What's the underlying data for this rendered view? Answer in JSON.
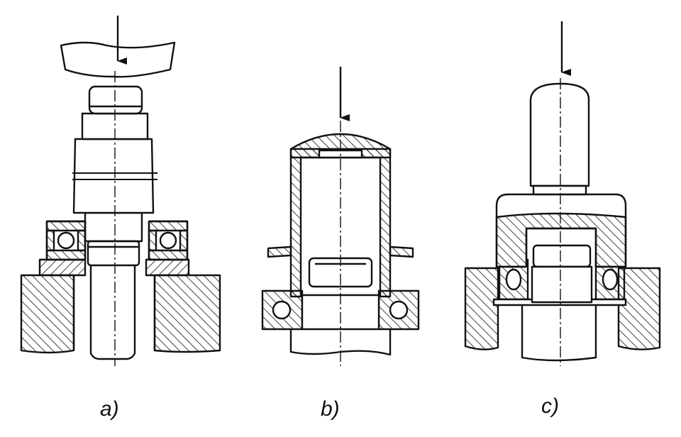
{
  "figure": {
    "captions": {
      "a": "a)",
      "b": "b)",
      "c": "c)"
    },
    "colors": {
      "ink": "#111111",
      "paper": "#ffffff"
    }
  }
}
